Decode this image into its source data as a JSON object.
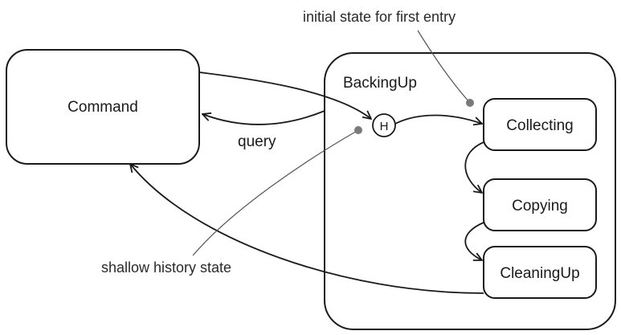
{
  "diagram": {
    "states": {
      "command": "Command",
      "backing_up": "BackingUp",
      "collecting": "Collecting",
      "copying": "Copying",
      "cleaning_up": "CleaningUp"
    },
    "history_marker": "H",
    "transitions": {
      "query": "query"
    },
    "notes": {
      "initial_state": "initial state for first entry",
      "shallow_history": "shallow history state"
    }
  }
}
